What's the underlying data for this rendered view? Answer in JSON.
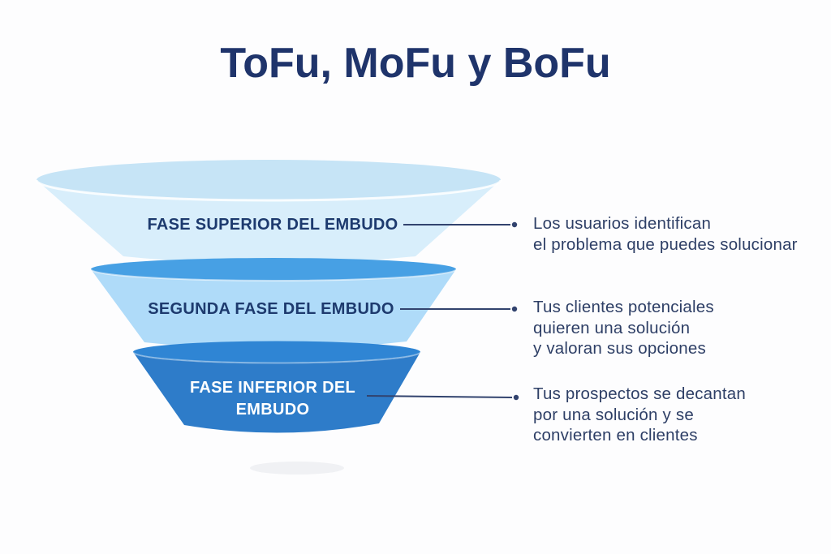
{
  "title": "ToFu, MoFu y BoFu",
  "funnel": {
    "sections": [
      {
        "id": "tofu",
        "label": "FASE SUPERIOR DEL EMBUDO",
        "annotation": "Los usuarios identifican\nel problema que puedes solucionar",
        "rim_color": "#c6e4f6",
        "body_color": "#d8eefb",
        "edge_highlight": "rgba(255,255,255,0.85)"
      },
      {
        "id": "mofu",
        "label": "SEGUNDA FASE DEL EMBUDO",
        "annotation": "Tus clientes potenciales\nquieren una solución\ny valoran sus opciones",
        "rim_color": "#47a0e4",
        "body_color": "#afdbf9",
        "edge_highlight": "rgba(255,255,255,0.55)"
      },
      {
        "id": "bofu",
        "label": "FASE INFERIOR DEL\nEMBUDO",
        "annotation": "Tus prospectos se decantan\npor una solución y se\nconvierten en clientes",
        "rim_color": "#2f85d4",
        "body_color": "#2e7cc9",
        "edge_highlight": "rgba(255,255,255,0.40)"
      }
    ]
  },
  "colors": {
    "background": "#fdfdfe",
    "title_text": "#1f346b",
    "label_text": "#1d3a6e",
    "label_text_inverse": "#ffffff",
    "annotation_text": "#2e3f66",
    "connector_line": "#32436e",
    "shadow": "rgba(30,50,80,0.06)"
  }
}
